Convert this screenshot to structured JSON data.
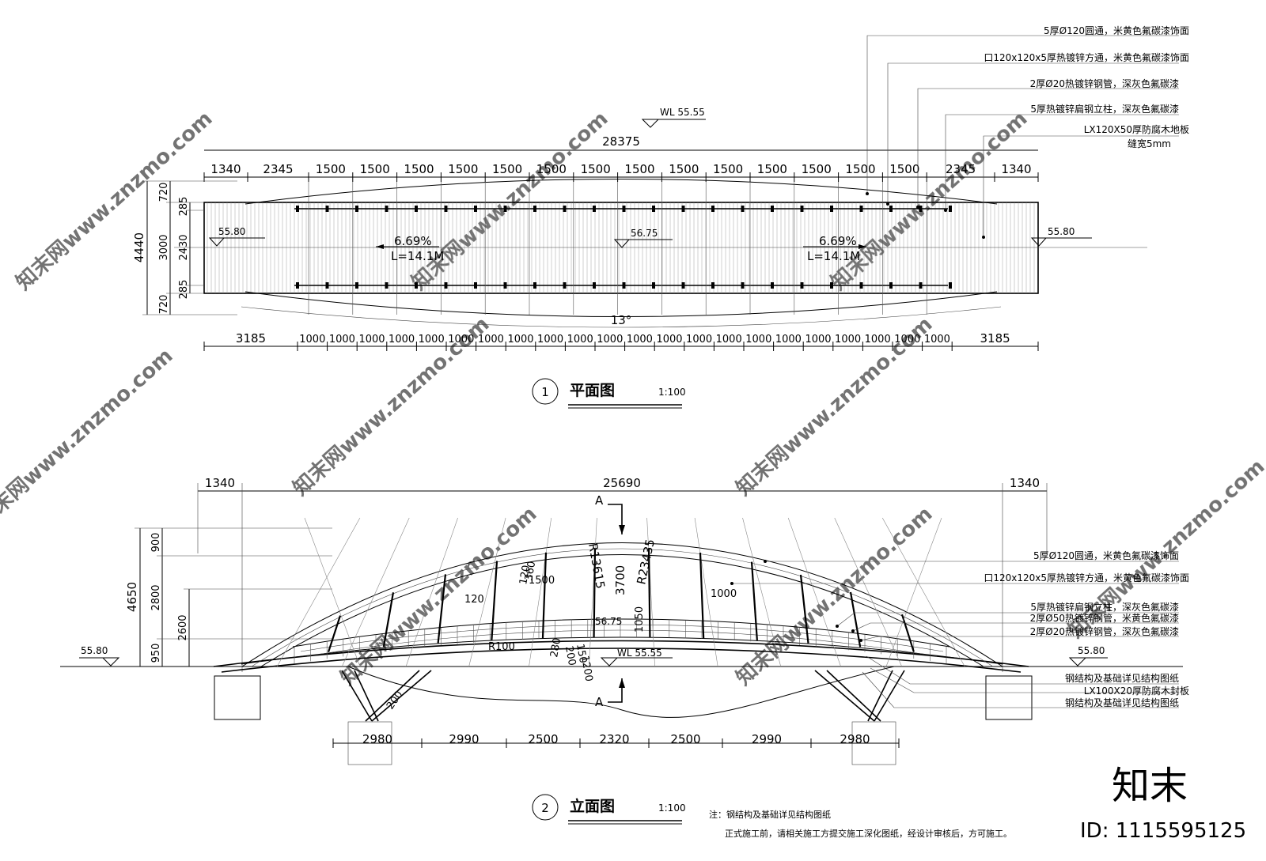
{
  "plan": {
    "title_no": "1",
    "title": "平面图",
    "scale": "1:100",
    "overall_dim": "28375",
    "top_dims": [
      "1340",
      "2345",
      "1500",
      "1500",
      "1500",
      "1500",
      "1500",
      "1500",
      "1500",
      "1500",
      "1500",
      "1500",
      "1500",
      "1500",
      "1500",
      "1500",
      "2345",
      "1340"
    ],
    "bottom_dims": [
      "3185",
      "1000",
      "1000",
      "1000",
      "1000",
      "1000",
      "1000",
      "1000",
      "1000",
      "1000",
      "1000",
      "1000",
      "1000",
      "1000",
      "1000",
      "1000",
      "1000",
      "1000",
      "1000",
      "1000",
      "1000",
      "1000",
      "1000",
      "3185"
    ],
    "left_dims_outer": "4440",
    "left_dims_mid": [
      "720",
      "3000",
      "720"
    ],
    "left_dims_inner": [
      "285",
      "2430",
      "285"
    ],
    "wl_label": "WL 55.55",
    "level_left": "55.80",
    "level_mid": "56.75",
    "level_right": "55.80",
    "slope_left": "6.69%",
    "length_left": "L=14.1M",
    "slope_right": "6.69%",
    "length_right": "L=14.1M",
    "angle": "13°"
  },
  "plan_notes": [
    "5厚Ø120圆通，米黄色氟碳漆饰面",
    "口120x120x5厚热镀锌方通，米黄色氟碳漆饰面",
    "2厚Ø20热镀锌钢管，深灰色氟碳漆",
    "5厚热镀锌扁钢立柱，深灰色氟碳漆",
    "LX120X50厚防腐木地板",
    "缝宽5mm"
  ],
  "elev": {
    "title_no": "2",
    "title": "立面图",
    "scale": "1:100",
    "top_dims": [
      "1340",
      "25690",
      "1340"
    ],
    "left_outer": "4650",
    "left_mid": [
      "900",
      "2800",
      "950"
    ],
    "left_inner": "2600",
    "bottom_dims": [
      "2980",
      "2990",
      "2500",
      "2320",
      "2500",
      "2990",
      "2980"
    ],
    "section_mark": "A",
    "level_left": "55.80",
    "level_right": "55.80",
    "level_top": "56.75",
    "wl_label": "WL 55.55",
    "annotations": [
      "R13615",
      "R23435",
      "3700",
      "360",
      "120",
      "1500",
      "120",
      "R100",
      "1000",
      "150",
      "200",
      "280",
      "1050",
      "1200",
      "200"
    ]
  },
  "elev_notes": [
    "5厚Ø120圆通，米黄色氟碳漆饰面",
    "口120x120x5厚热镀锌方通，米黄色氟碳漆饰面",
    "5厚热镀锌扁钢立柱，深灰色氟碳漆",
    "2厚Ø50热镀锌钢管，米黄色氟碳漆",
    "2厚Ø20热镀锌钢管，深灰色氟碳漆",
    "钢结构及基础详见结构图纸",
    "LX100X20厚防腐木封板",
    "钢结构及基础详见结构图纸"
  ],
  "general_note": {
    "line1": "注：钢结构及基础详见结构图纸",
    "line2": "正式施工前，请相关施工方提交施工深化图纸，经设计审核后，方可施工。"
  },
  "watermark": {
    "text": "知末网www.znzmo.com",
    "brand": "知末",
    "id": "ID: 1115595125"
  }
}
